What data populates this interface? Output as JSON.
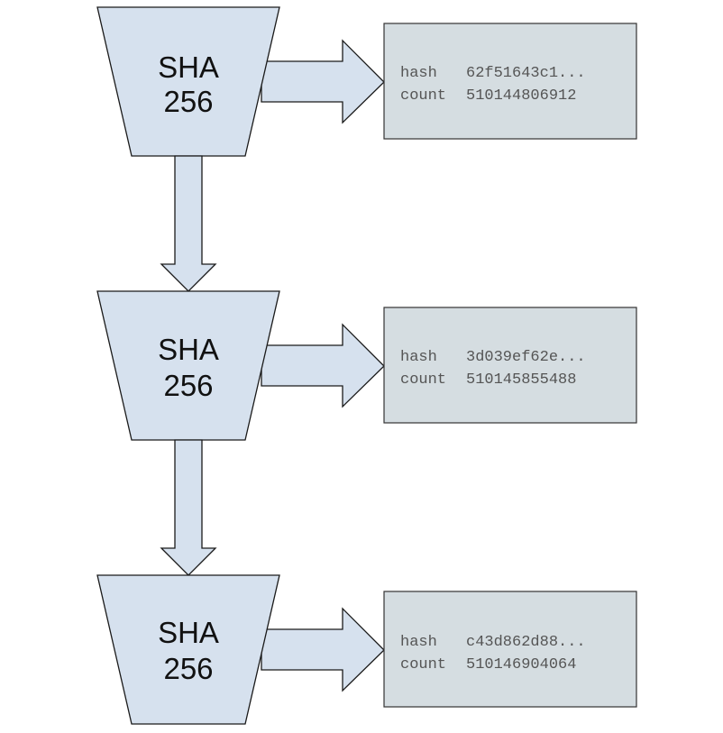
{
  "stages": [
    {
      "line1": "SHA",
      "line2": "256",
      "hash_key": "hash",
      "hash_value": "62f51643c1...",
      "count_key": "count",
      "count_value": "510144806912"
    },
    {
      "line1": "SHA",
      "line2": "256",
      "hash_key": "hash",
      "hash_value": "3d039ef62e...",
      "count_key": "count",
      "count_value": "510145855488"
    },
    {
      "line1": "SHA",
      "line2": "256",
      "hash_key": "hash",
      "hash_value": "c43d862d88...",
      "count_key": "count",
      "count_value": "510146904064"
    }
  ],
  "colors": {
    "block_fill": "#d6e1ee",
    "box_fill": "#d5dde1",
    "stroke": "#1a1a1a",
    "mono_text": "#555555"
  }
}
